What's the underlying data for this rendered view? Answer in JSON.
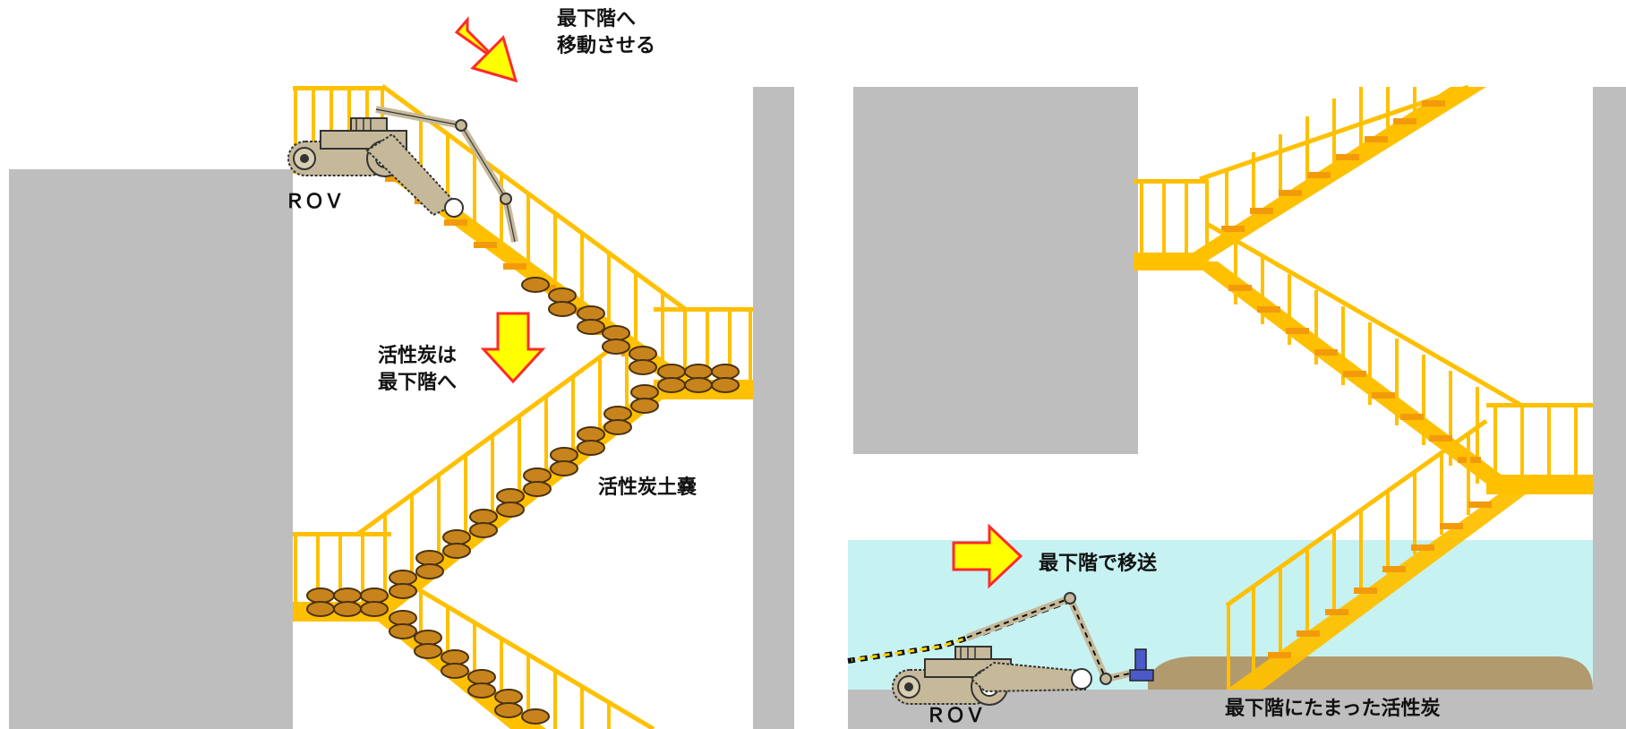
{
  "colors": {
    "wall": "#bebebe",
    "stair": "#ffc000",
    "stair_tread": "#f39a0a",
    "water": "#c6f2f2",
    "sediment": "#b09a6e",
    "arrow_fill": "#ffff00",
    "arrow_stroke": "#ff2a2a",
    "bag": "#c8841c",
    "robot_body": "#c6b99a",
    "pump": "#4a5ac8"
  },
  "left_panel": {
    "arrow_move_text": [
      "最下階へ",
      "移動させる"
    ],
    "arrow_down_text": [
      "活性炭は",
      "最下階へ"
    ],
    "bags_label": "活性炭土嚢",
    "rov_label": "ＲＯＶ"
  },
  "right_panel": {
    "arrow_transfer_text": "最下階で移送",
    "sediment_label": "最下階にたまった活性炭",
    "rov_label": "ＲＯＶ"
  }
}
